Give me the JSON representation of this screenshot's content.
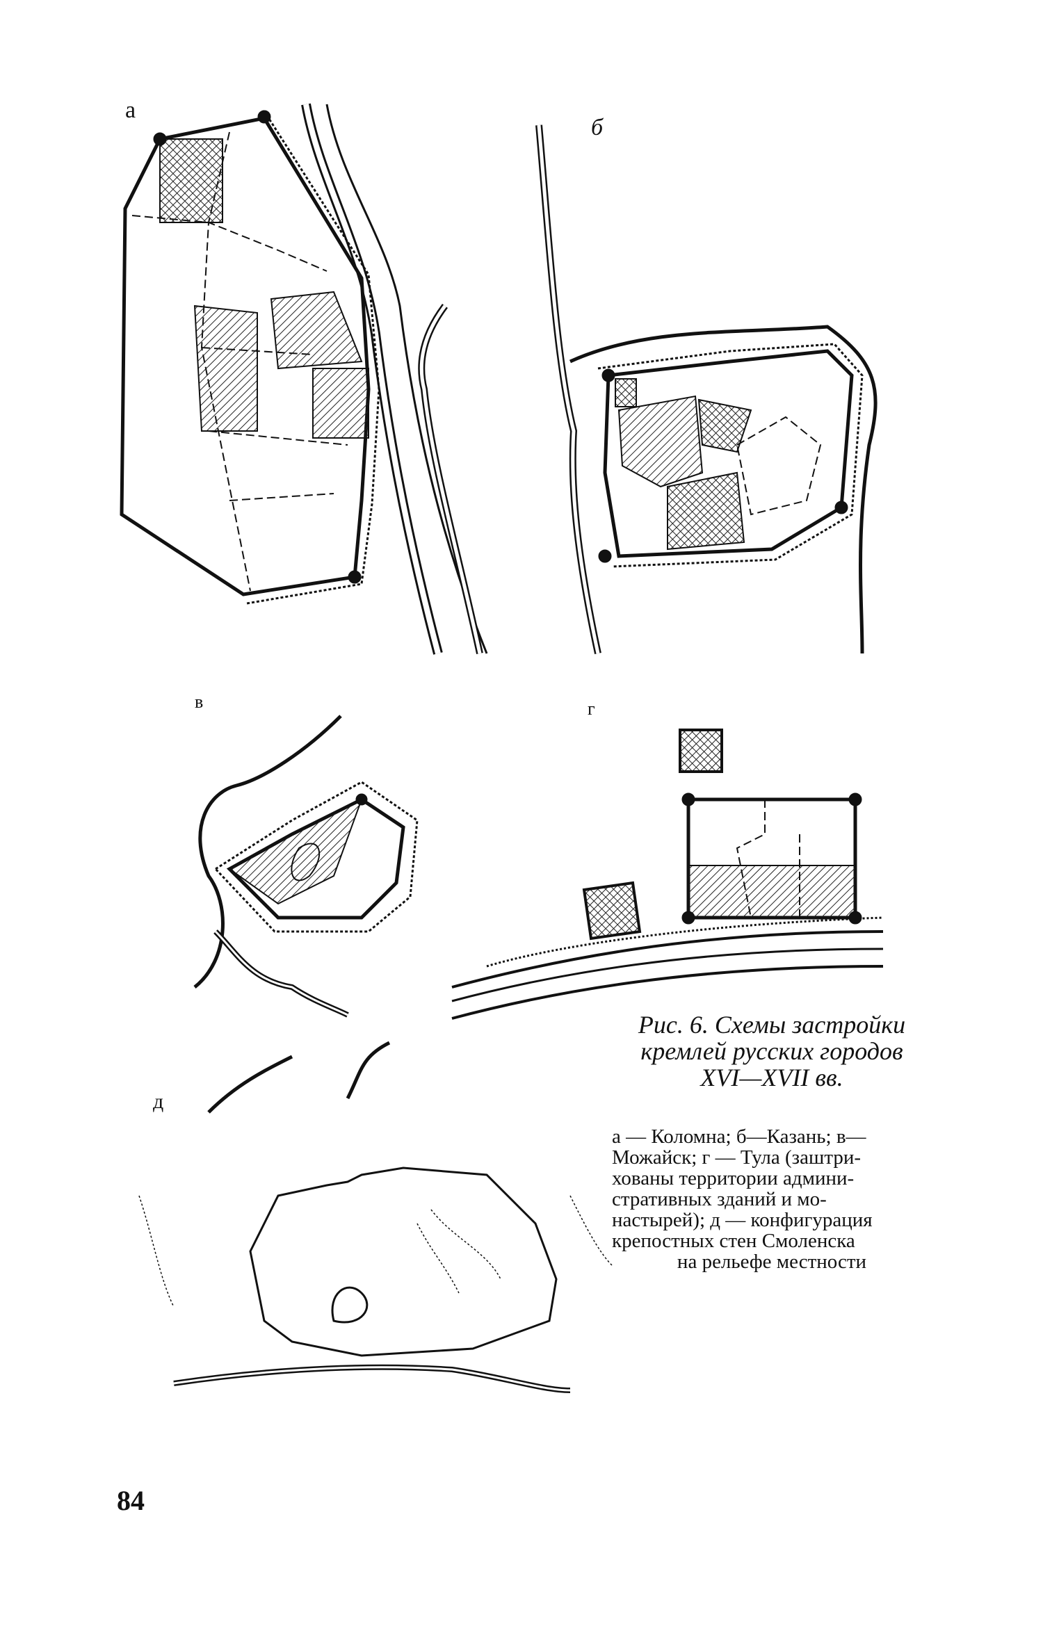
{
  "figure": {
    "panel_labels": {
      "a": "а",
      "b": "б",
      "v": "в",
      "g": "г",
      "d": "д"
    },
    "caption_title_lines": [
      "Рис. 6. Схемы застройки",
      "кремлей русских городов",
      "XVI—XVII вв."
    ],
    "caption_body_lines": [
      "а — Коломна; б—Казань; в—",
      "Можайск; г — Тула (заштри-",
      "хованы территории админи-",
      "стративных зданий и мо-",
      "настырей); д — конфигурация",
      "крепостных стен Смоленска",
      "на рельефе местности"
    ]
  },
  "page": {
    "number": "84"
  },
  "colors": {
    "ink": "#111111",
    "paper": "#ffffff"
  }
}
